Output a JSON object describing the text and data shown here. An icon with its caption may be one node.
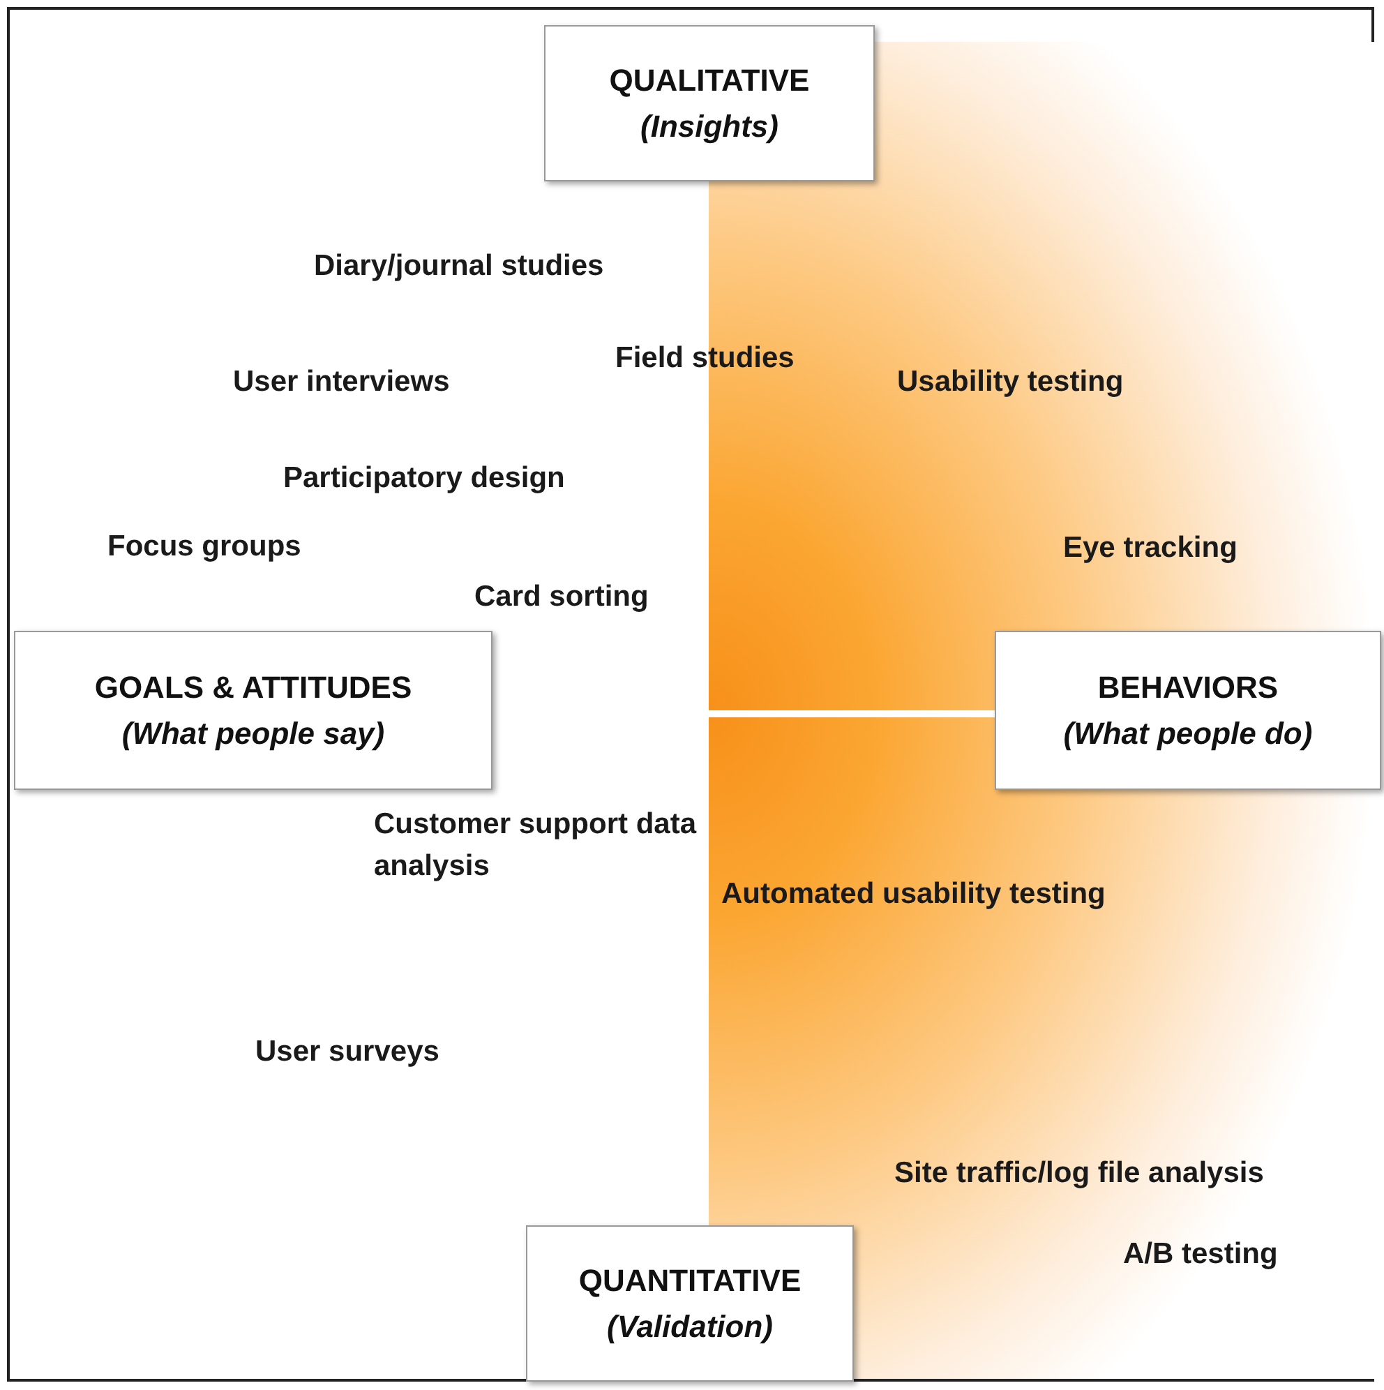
{
  "diagram": {
    "nodes": [
      {
        "text": [
          "QUALITATIVE",
          "(Insights)"
        ]
      },
      {
        "text": [
          "GOALS & ATTITUDES",
          "(What people say)"
        ]
      },
      {
        "text": [
          "BEHAVIORS",
          "(What people do)"
        ]
      },
      {
        "text": [
          "QUANTITATIVE",
          "(Validation)"
        ]
      }
    ],
    "labels": [
      "Diary/journal studies",
      "Field studies",
      "User interviews",
      "Usability testing",
      "Participatory design",
      "Focus groups",
      "Eye tracking",
      "Card sorting",
      "Customer support data analysis",
      "Automated usability testing",
      "User surveys",
      "Site traffic/log file analysis",
      "A/B testing"
    ]
  }
}
